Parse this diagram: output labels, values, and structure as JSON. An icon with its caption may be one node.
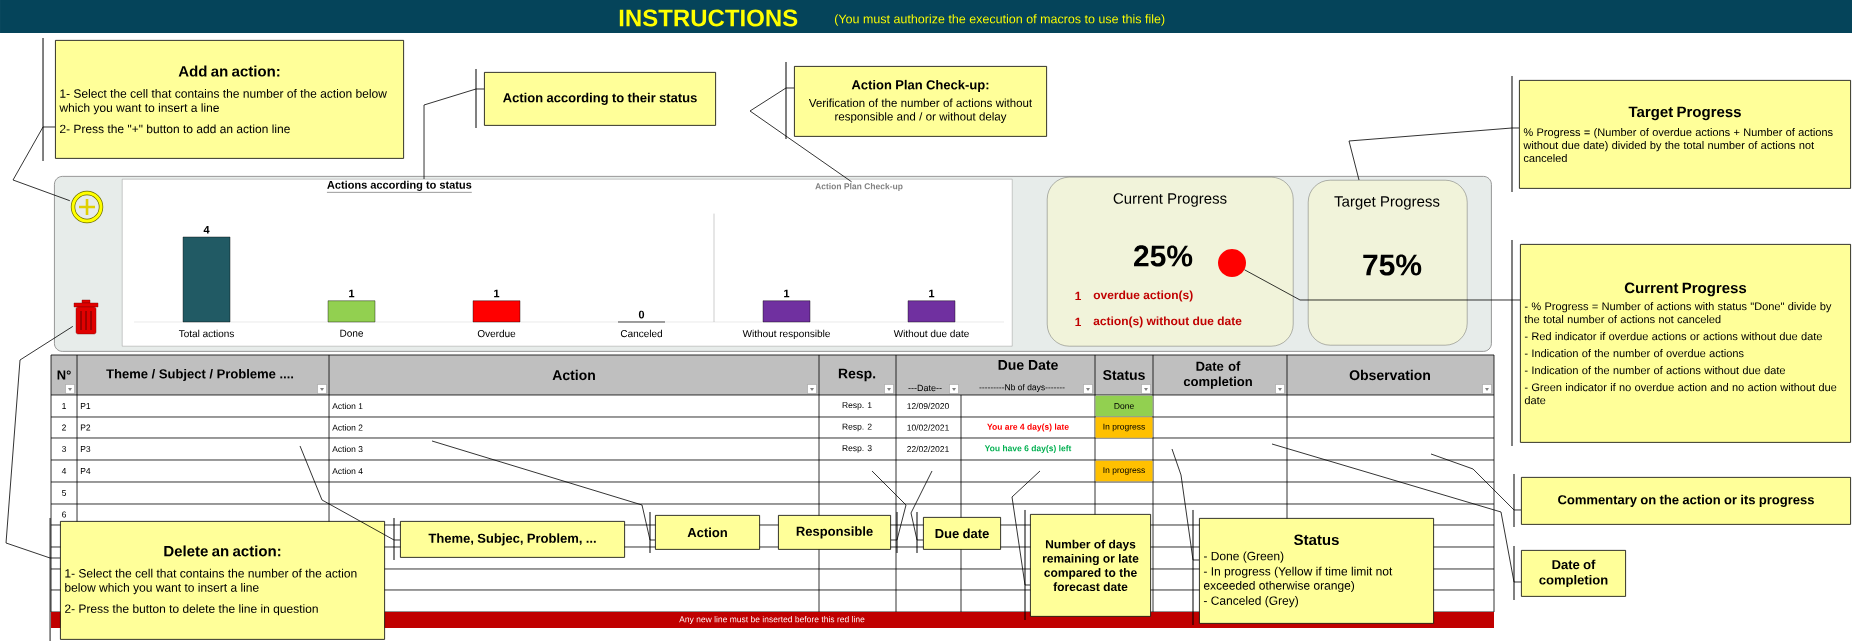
{
  "diagram": {
    "title": "INSTRUCTIONS",
    "nodes": [
      {
        "text": [
          "Add an action:",
          "1- Select the cell that contains the number of the action below which you want to insert a line",
          "2- Press the \"+\" button to add an action line"
        ]
      },
      {
        "text": [
          "Action according to their status"
        ]
      },
      {
        "text": [
          "Action Plan Check-up:",
          "Verification of the number of actions without responsible and / or without delay"
        ]
      },
      {
        "text": [
          "Target Progress",
          "% Progress = (Number of overdue actions + Number of actions without due date) divided by the total number of actions not canceled"
        ]
      },
      {
        "text": [],
        "shape": "box"
      },
      {
        "text": [],
        "shape": "picture",
        "in": 4
      },
      {
        "text": [],
        "shape": "picture",
        "in": 4
      },
      {
        "text": [],
        "shape": "box",
        "in": 4
      },
      {
        "text": [
          "Action Plan Check-up"
        ],
        "in": 7
      },
      {
        "text": [
          "Current Progress",
          "25%",
          "1",
          "overdue action(s)",
          "1",
          "action(s) without due date"
        ],
        "in": 4
      },
      {
        "text": [],
        "shape": "circle",
        "in": 9
      },
      {
        "text": [
          "Target Progress",
          "75%"
        ],
        "in": 4
      },
      {
        "text": [
          "Current Progress",
          "- % Progress = Number of actions with status \"Done\" divide by the total number of actions not canceled",
          "- Red indicator if overdue actions or actions without due date",
          "- Indication of the number of overdue actions",
          "- Indication of the number of actions without due date",
          "- Green indicator if no overdue action and no action without due date"
        ]
      },
      {
        "text": [
          "Commentary on the action or its progress"
        ]
      },
      {
        "text": [
          "Date of completion"
        ]
      },
      {
        "text": [
          "Delete an action:",
          "1- Select the cell that contains the number of the action below which you want to insert a line",
          "2- Press the button to delete the line in question"
        ]
      },
      {
        "text": [
          "Theme, Subjec, Problem, ..."
        ]
      },
      {
        "text": [
          "Action"
        ]
      },
      {
        "text": [
          "Responsible"
        ]
      },
      {
        "text": [
          "Due date"
        ]
      },
      {
        "text": [
          "Number of days remaining or late compared to the forecast date"
        ]
      },
      {
        "text": [
          "Status",
          "- Done (Green)",
          "- In progress (Yellow if time limit not exceeded otherwise orange)",
          "- Canceled (Grey)"
        ]
      }
    ],
    "edges": [
      {
        "from": 0,
        "to": 5,
        "arrow": "none"
      },
      {
        "from": 1,
        "to": 7,
        "arrow": "none"
      },
      {
        "from": 2,
        "to": 8,
        "arrow": "none"
      },
      {
        "from": 3,
        "to": 11,
        "arrow": "none"
      },
      {
        "from": 12,
        "to": 10,
        "arrow": "none"
      },
      {
        "from": 13,
        "to": null,
        "arrow": "none"
      },
      {
        "from": 14,
        "to": null,
        "arrow": "none"
      },
      {
        "from": 21,
        "to": null,
        "arrow": "none"
      },
      {
        "from": 20,
        "to": null,
        "arrow": "none"
      },
      {
        "from": 19,
        "to": null,
        "arrow": "none"
      },
      {
        "from": 18,
        "to": null,
        "arrow": "none"
      },
      {
        "from": 17,
        "to": null,
        "arrow": "none"
      },
      {
        "from": 16,
        "to": null,
        "arrow": "none"
      },
      {
        "from": 15,
        "to": 6,
        "arrow": "none"
      }
    ],
    "labels": [
      "(You must authorize the execution of macros to use this file)",
      "N°",
      "Theme / Subject / Probleme ....",
      "Action",
      "Resp.",
      "Due Date",
      "---Date--",
      "---------Nb of days-------",
      "Status",
      "Date of completion",
      "Observation",
      "1",
      "P1",
      "Action 1",
      "Resp. 1",
      "12/09/2020",
      "Done",
      "2",
      "P2",
      "Action 2",
      "Resp. 2",
      "10/02/2021",
      "You are 4 day(s) late",
      "In progress",
      "3",
      "P3",
      "Action 3",
      "Resp. 3",
      "22/02/2021",
      "You have 6 day(s) left",
      "4",
      "P4",
      "Action 4",
      "In progress",
      "5",
      "6",
      "Any new line must be inserted before this red line"
    ],
    "chart_data": {
      "type": "bar",
      "title": "Actions according to status",
      "categories": [
        "Total actions",
        "Done",
        "Overdue",
        "Canceled",
        "Without responsible",
        "Without due date"
      ],
      "series": [
        {
          "color": "#215a64",
          "values": [
            4,
            null,
            null,
            null,
            null,
            null
          ]
        },
        {
          "color": "#92d050",
          "values": [
            null,
            1,
            null,
            null,
            null,
            null
          ]
        },
        {
          "color": "#ff0000",
          "values": [
            null,
            null,
            1,
            null,
            null,
            null
          ]
        },
        {
          "color": "#a6a6a6",
          "values": [
            null,
            null,
            null,
            0,
            null,
            null
          ]
        },
        {
          "color": "#7030a0",
          "values": [
            null,
            null,
            null,
            null,
            1,
            1
          ]
        }
      ],
      "data_labels": true
    }
  }
}
